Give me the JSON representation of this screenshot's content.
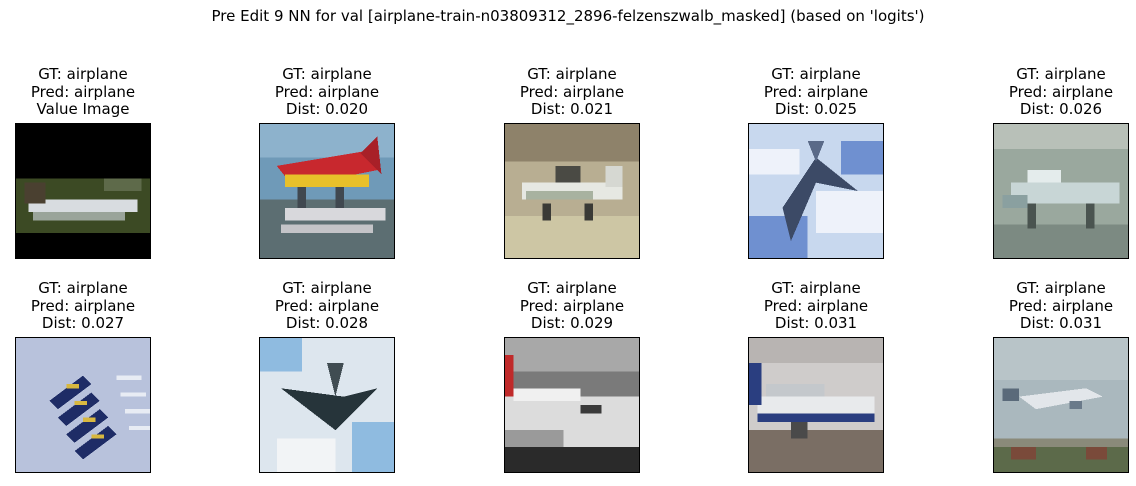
{
  "figure": {
    "title": "Pre Edit 9 NN for val [airplane-train-n03809312_2896-felzenszwalb_masked] (based on 'logits')"
  },
  "panels": [
    {
      "lines": [
        "GT: airplane",
        "Pred: airplane",
        "Value Image"
      ],
      "scene": "masked",
      "colors": {
        "bg": "#000000",
        "ground": "#3c4a24",
        "plane": "#d8dce0"
      }
    },
    {
      "lines": [
        "GT: airplane",
        "Pred: airplane",
        "Dist: 0.020"
      ],
      "scene": "seaplane",
      "colors": {
        "bg": "#6f9ab8",
        "ground": "#5c6e72",
        "plane": "#c8282e"
      }
    },
    {
      "lines": [
        "GT: airplane",
        "Pred: airplane",
        "Dist: 0.021"
      ],
      "scene": "hangar",
      "colors": {
        "bg": "#b8ae92",
        "ground": "#cdc6a4",
        "plane": "#e6e8e2"
      }
    },
    {
      "lines": [
        "GT: airplane",
        "Pred: airplane",
        "Dist: 0.025"
      ],
      "scene": "stealth-sky",
      "colors": {
        "bg": "#c8d8ee",
        "ground": "#6f90d0",
        "plane": "#3c4a66"
      }
    },
    {
      "lines": [
        "GT: airplane",
        "Pred: airplane",
        "Dist: 0.026"
      ],
      "scene": "museum",
      "colors": {
        "bg": "#9aa89e",
        "ground": "#7c8a82",
        "plane": "#c8d6d6"
      }
    },
    {
      "lines": [
        "GT: airplane",
        "Pred: airplane",
        "Dist: 0.027"
      ],
      "scene": "formation",
      "colors": {
        "bg": "#b8c2dc",
        "ground": "#c4cde2",
        "plane": "#1e2c66"
      }
    },
    {
      "lines": [
        "GT: airplane",
        "Pred: airplane",
        "Dist: 0.028"
      ],
      "scene": "stealth-cloud",
      "colors": {
        "bg": "#dde6ee",
        "ground": "#8fbbe0",
        "plane": "#26343a"
      }
    },
    {
      "lines": [
        "GT: airplane",
        "Pred: airplane",
        "Dist: 0.029"
      ],
      "scene": "jumbo",
      "colors": {
        "bg": "#7a7a7a",
        "ground": "#2a2a2a",
        "plane": "#dcdcdc"
      }
    },
    {
      "lines": [
        "GT: airplane",
        "Pred: airplane",
        "Dist: 0.031"
      ],
      "scene": "airliner",
      "colors": {
        "bg": "#cfcccb",
        "ground": "#7a6e64",
        "plane": "#e8eaec"
      }
    },
    {
      "lines": [
        "GT: airplane",
        "Pred: airplane",
        "Dist: 0.031"
      ],
      "scene": "takeoff",
      "colors": {
        "bg": "#aab8be",
        "ground": "#5c6a4a",
        "plane": "#e2e6ea"
      }
    }
  ]
}
